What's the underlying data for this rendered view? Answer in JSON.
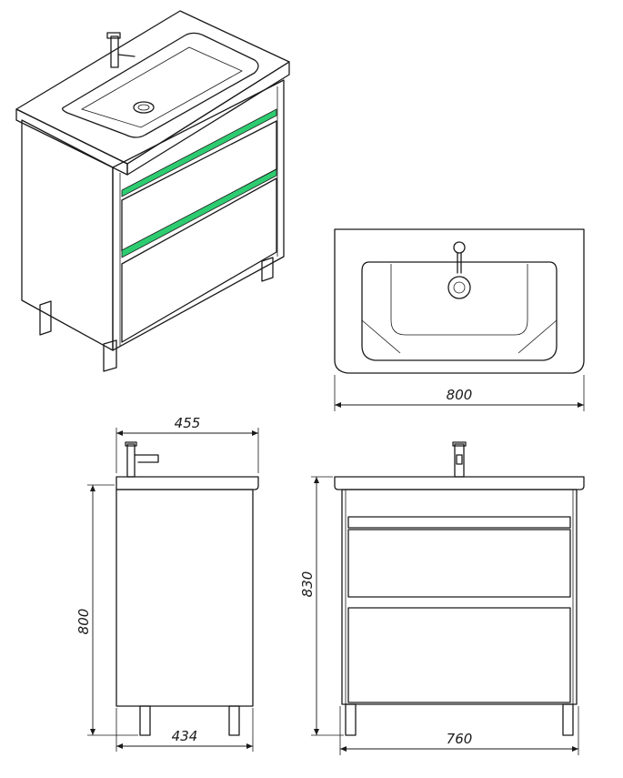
{
  "dimensions": {
    "top_view_width": "800",
    "side_depth_top": "455",
    "side_height": "800",
    "side_depth_bottom": "434",
    "front_height": "830",
    "front_width": "760"
  },
  "colors": {
    "accent_stripe": "#2ecc71",
    "line": "#1a1a1a",
    "cabinet_fill": "#f2f2f2",
    "leg_fill": "#9a9a9a"
  }
}
